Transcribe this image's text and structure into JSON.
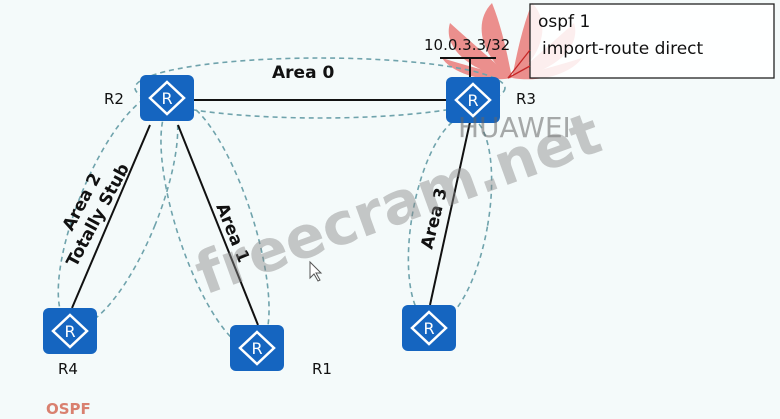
{
  "routers": [
    {
      "id": "r2",
      "label": "R2"
    },
    {
      "id": "r3",
      "label": "R3"
    },
    {
      "id": "r4",
      "label": "R4"
    },
    {
      "id": "r1",
      "label": "R1"
    },
    {
      "id": "r5",
      "label": ""
    }
  ],
  "router_glyph": "R",
  "areas": {
    "area0": "Area 0",
    "area2_line1": "Area 2",
    "area2_line2": "Totally Stub",
    "area1": "Area 1",
    "area3": "Area 3"
  },
  "prefix": "10.0.3.3/32",
  "config": {
    "line1": "ospf 1",
    "line2": "import-route direct"
  },
  "footer_label": "OSPF",
  "watermarks": {
    "site": "freecram.net",
    "brand": "HUAWEI"
  },
  "colors": {
    "router": "#1565c0",
    "footer": "#d9806f",
    "logo": "#e53935"
  }
}
